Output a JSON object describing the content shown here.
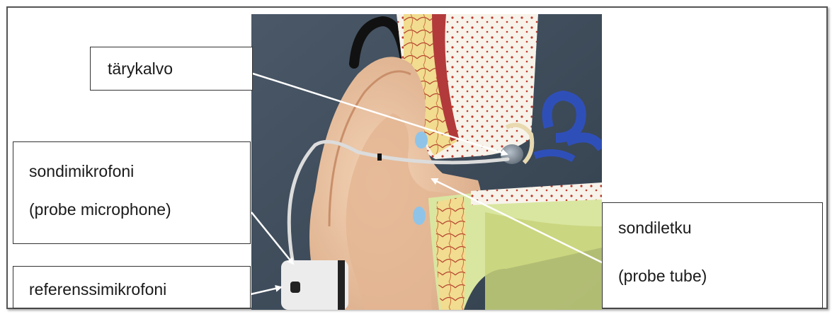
{
  "labels": {
    "tarykalvo": "tärykalvo",
    "sondimikrofoni": "sondimikrofoni",
    "sondimikrofoni_en": "(probe microphone)",
    "referenssimikrofoni": "referenssimikrofoni",
    "sondiletku": "sondiletku",
    "sondiletku_en": "(probe tube)"
  },
  "colors": {
    "background_wall": "#3f4d5c",
    "skin": "#e9c4a4",
    "cartilage": "#f2e1a0",
    "canal_red": "#b33a3a",
    "inner_ear_blue": "#2f4fb8",
    "probe_tube": "#dcdcdc",
    "arrow": "#ffffff"
  }
}
